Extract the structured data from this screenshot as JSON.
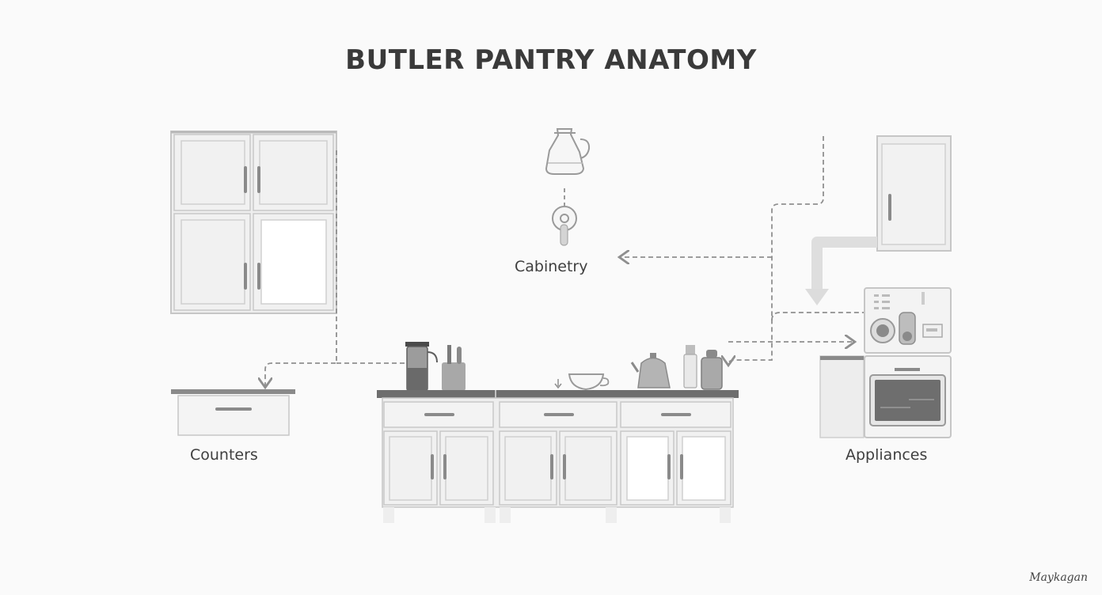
{
  "title": "BUTLER PANTRY ANATOMY",
  "labels": {
    "counters": "Counters",
    "cabinetry": "Cabinetry",
    "appliances": "Appliances"
  },
  "signature": "Maykagan",
  "colors": {
    "background": "#fafafa",
    "cabinet_fill": "#f1f1f1",
    "cabinet_stroke": "#c8c8c8",
    "countertop": "#6e6e6e",
    "handle": "#8a8a8a",
    "connector": "#8f8f8f",
    "text": "#3f3f3f"
  }
}
